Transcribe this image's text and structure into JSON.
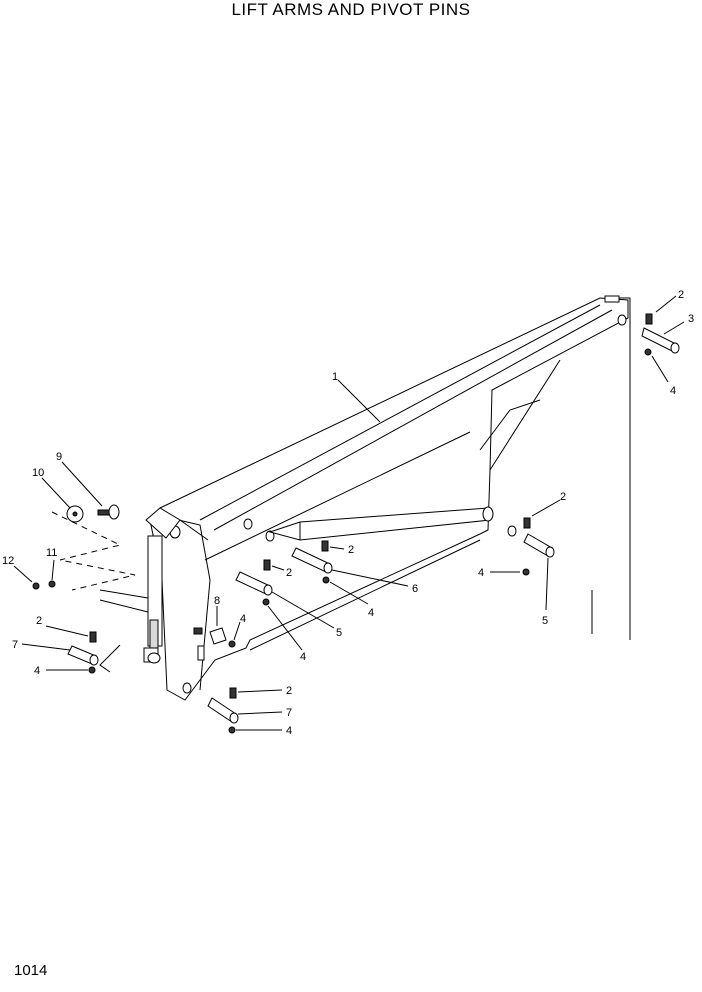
{
  "title": "LIFT ARMS AND PIVOT PINS",
  "page_number": "1014",
  "callouts": {
    "c1": "1",
    "c2a": "2",
    "c3": "3",
    "c4a": "4",
    "c2b": "2",
    "c4b": "4",
    "c5a": "5",
    "c2c": "2",
    "c6": "6",
    "c4c": "4",
    "c2d": "2",
    "c5b": "5",
    "c4d": "4",
    "c8": "8",
    "c4e": "4",
    "c2e": "2",
    "c7a": "7",
    "c4f": "4",
    "c2f": "2",
    "c7b": "7",
    "c4g": "4",
    "c9": "9",
    "c10": "10",
    "c11": "11",
    "c12": "12"
  }
}
